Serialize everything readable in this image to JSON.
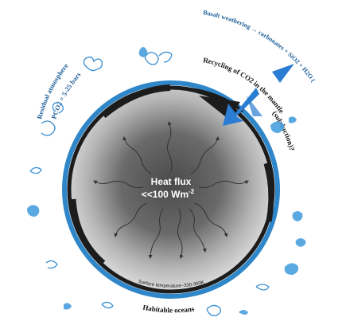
{
  "center": {
    "line1": "Heat flux",
    "line2_main": "<<100 Wm",
    "line2_sup": "-2"
  },
  "labels": {
    "atmosphere_1": "Residual atmosphere",
    "atmosphere_2": "PCO2 = 5-25 bars",
    "weathering": "Basalt weathering → carbonates + SiO2 + H2O (",
    "recycling_1": "Recycling of CO2 in the mantle",
    "recycling_2": "(subduction)?",
    "surface_temp": "Surface temperature~330-360K",
    "oceans": "Habitable oceans"
  },
  "colors": {
    "ocean_blue": "#2f86c8",
    "arrow_blue": "#2b7cd3",
    "crust": "#1c1c1c",
    "mantle_center": "#4a4a4a",
    "mantle_edge": "#d8d8d8"
  }
}
